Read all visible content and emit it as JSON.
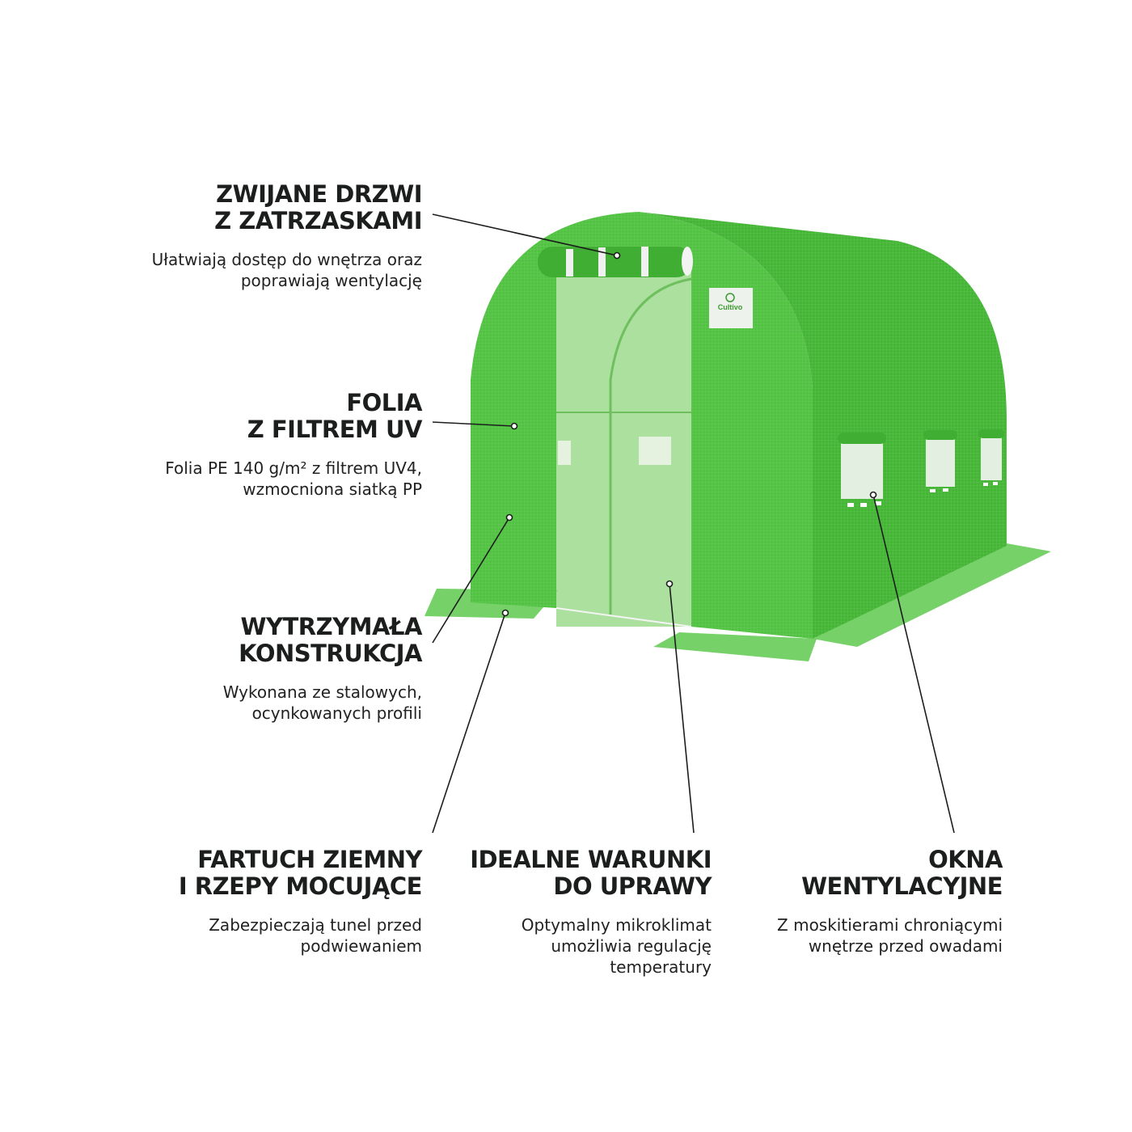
{
  "colors": {
    "greenhouse": "#4fbf3f",
    "greenhouse_dark": "#3ea833",
    "text": "#1b1e1c",
    "line": "#1b1e1c"
  },
  "sign": {
    "brand": "Cultivo"
  },
  "features": [
    {
      "title": [
        "ZWIJANE DRZWI",
        "Z ZATRZASKAMI"
      ],
      "desc": [
        "Ułatwiają dostęp do wnętrza oraz",
        "poprawiają wentylację"
      ]
    },
    {
      "title": [
        "FOLIA",
        "Z FILTREM UV"
      ],
      "desc": [
        "Folia PE 140 g/m² z filtrem UV4,",
        "wzmocniona siatką PP"
      ]
    },
    {
      "title": [
        "WYTRZYMAŁA",
        "KONSTRUKCJA"
      ],
      "desc": [
        "Wykonana ze stalowych,",
        "ocynkowanych profili"
      ]
    },
    {
      "title": [
        "FARTUCH ZIEMNY",
        "I RZEPY MOCUJĄCE"
      ],
      "desc": [
        "Zabezpieczają tunel przed",
        "podwiewaniem"
      ]
    },
    {
      "title": [
        "IDEALNE WARUNKI",
        "DO UPRAWY"
      ],
      "desc": [
        "Optymalny mikroklimat",
        "umożliwia regulację",
        "temperatury"
      ]
    },
    {
      "title": [
        "OKNA",
        "WENTYLACYJNE"
      ],
      "desc": [
        "Z moskitierami chroniącymi",
        "wnętrze przed owadami"
      ]
    }
  ]
}
